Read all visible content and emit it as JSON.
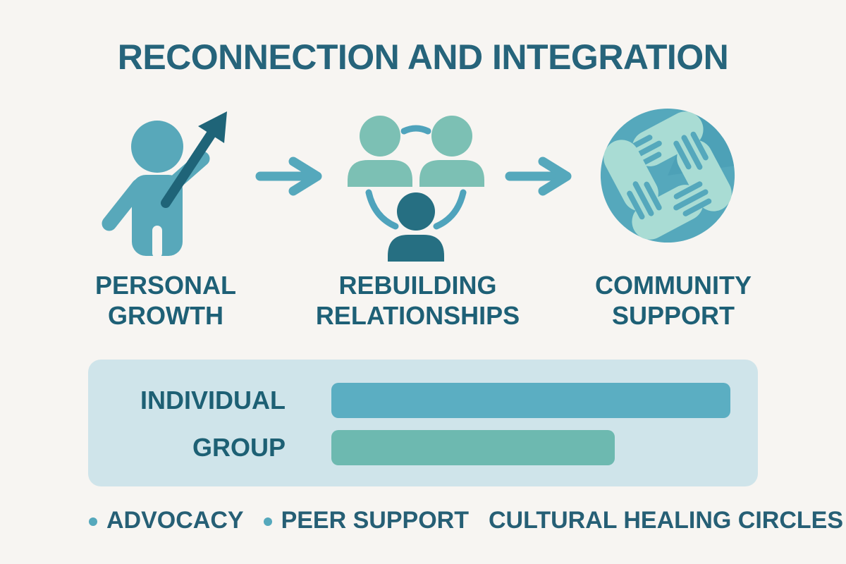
{
  "title": "RECONNECTION AND INTEGRATION",
  "flow": {
    "steps": [
      {
        "icon": "person-growth-arrow-icon",
        "label_line1": "PERSONAL",
        "label_line2": "GROWTH"
      },
      {
        "icon": "people-connections-icon",
        "label_line1": "REBUILDING",
        "label_line2": "RELATIONSHIPS"
      },
      {
        "icon": "hands-unity-circle-icon",
        "label_line1": "COMMUNITY",
        "label_line2": "SUPPORT"
      }
    ]
  },
  "chart_data": {
    "type": "bar",
    "orientation": "horizontal",
    "title": "",
    "categories": [
      "INDIVIDUAL",
      "GROUP"
    ],
    "values_relative_pct": [
      100,
      71
    ],
    "value_labels_shown": false,
    "axis_shown": false,
    "grid": false,
    "series_colors": [
      "#5BAEC2",
      "#6DB9B0"
    ],
    "panel_background": "#CFE4EA"
  },
  "footer_items": [
    {
      "label": "ADVOCACY",
      "bullet": true
    },
    {
      "label": "PEER SUPPORT",
      "bullet": true
    },
    {
      "label": "CULTURAL HEALING CIRCLES",
      "bullet": false
    }
  ],
  "colors": {
    "background": "#F7F5F2",
    "title_text": "#26647B",
    "step_label_text": "#1E6076",
    "bar_label_text": "#1D6074",
    "footer_text": "#265F75",
    "person_body": "#58A8BA",
    "growth_arrow_dark": "#1F6478",
    "dark_person": "#266F82",
    "light_people": "#7CC0B4",
    "connection_arc": "#4FA3BC",
    "flow_arrow": "#55A8BC",
    "hands_circle_fill": "#55A8BC",
    "hand_fill": "#A9DCD4",
    "bullet_dot": "#55A8BC",
    "bar_individual": "#5BAEC2",
    "bar_group": "#6DB9B0"
  }
}
